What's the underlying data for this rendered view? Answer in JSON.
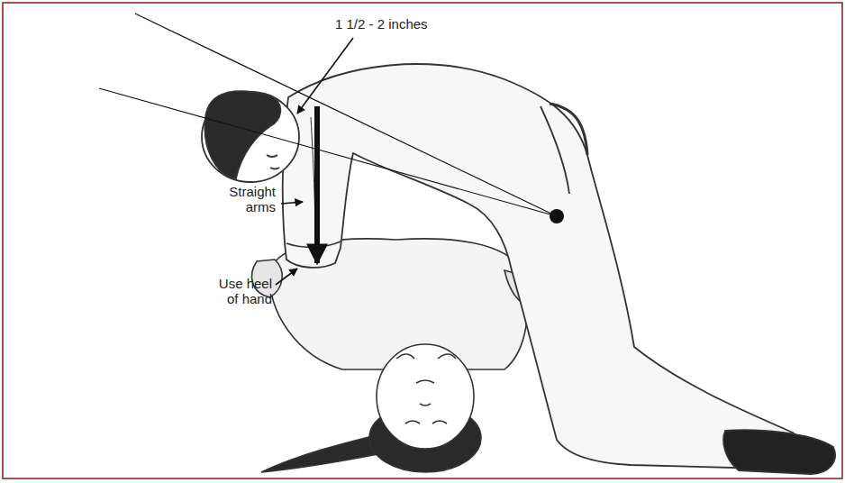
{
  "diagram": {
    "labels": [
      "1 1/2 - 2 inches",
      "Straight arms",
      "Use heel of hand"
    ]
  }
}
